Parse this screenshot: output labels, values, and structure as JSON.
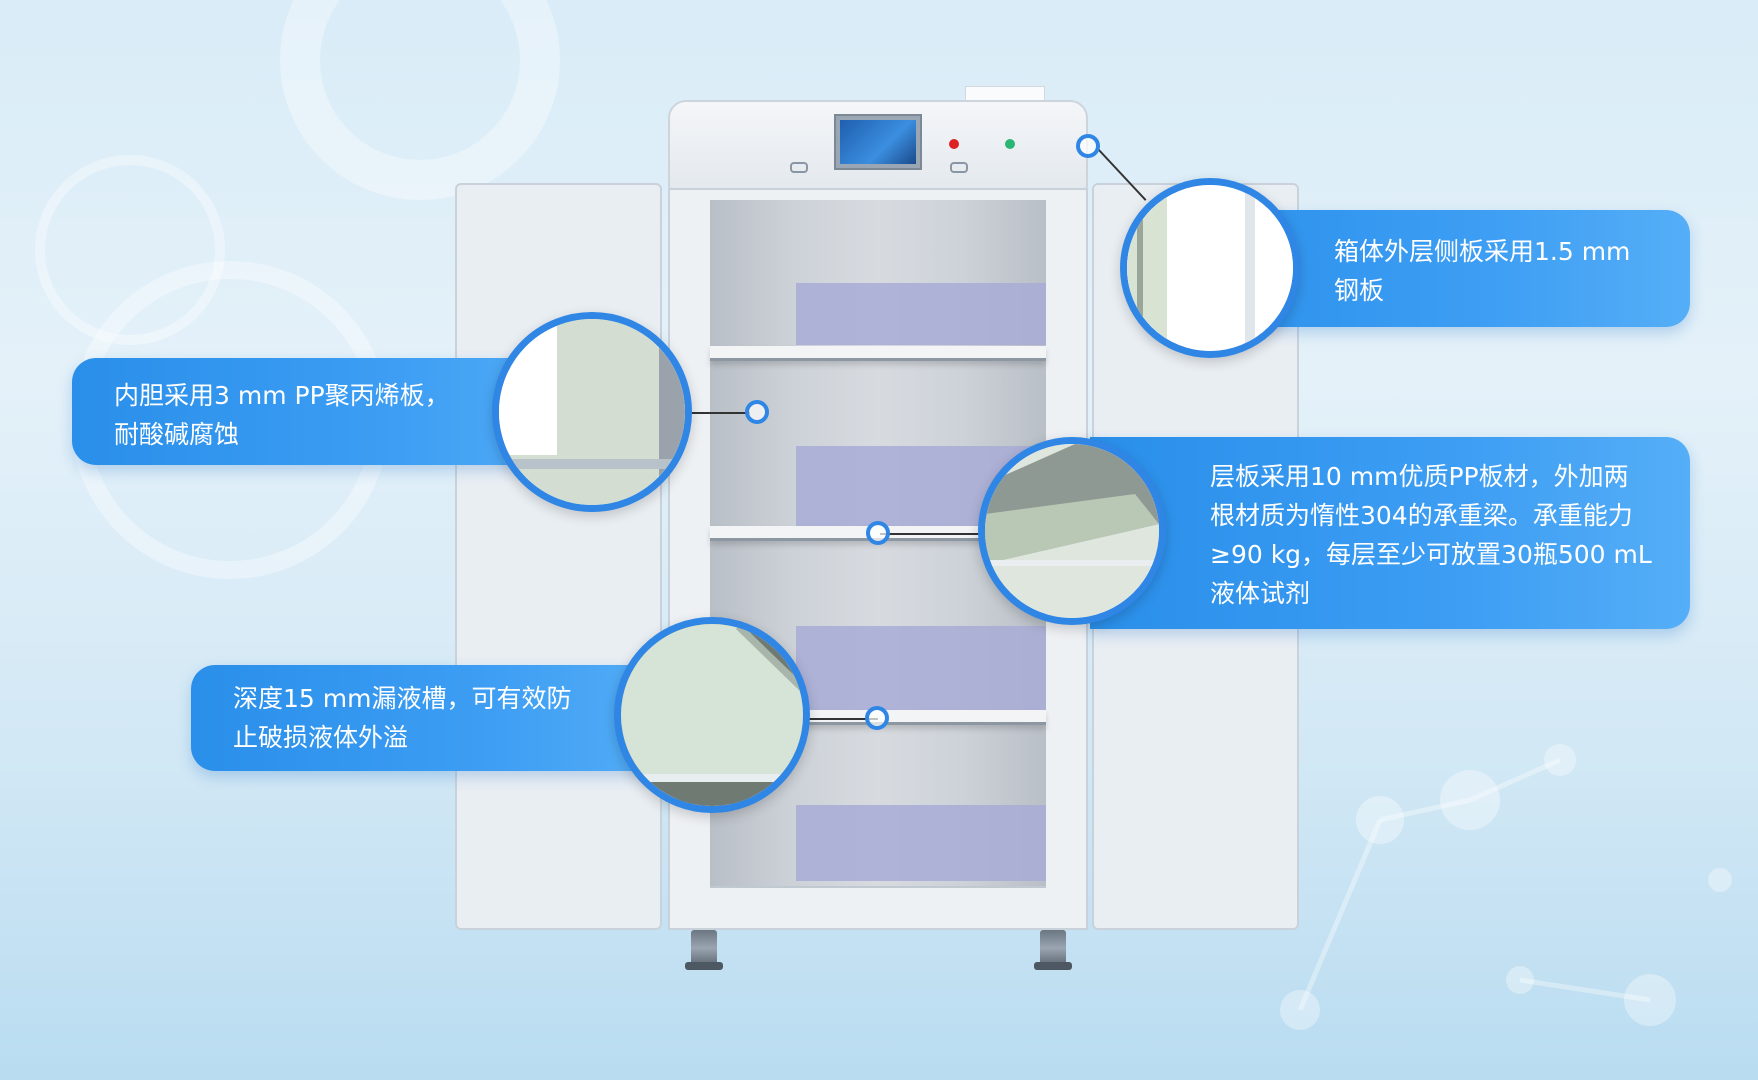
{
  "callouts": [
    {
      "id": "steel-side-panel",
      "lines": [
        "箱体外层侧板采用1.5 mm",
        "钢板"
      ]
    },
    {
      "id": "pp-inner-liner",
      "lines": [
        "内胆采用3 mm PP聚丙烯板，",
        "耐酸碱腐蚀"
      ]
    },
    {
      "id": "pp-shelf",
      "lines": [
        "层板采用10 mm优质PP板材，外加两",
        "根材质为惰性304的承重梁。承重能力",
        "≥90 kg，每层至少可放置30瓶500 mL",
        "液体试剂"
      ]
    },
    {
      "id": "leak-tray",
      "lines": [
        "深度15 mm漏液槽，可有效防",
        "止破损液体外溢"
      ]
    }
  ],
  "colors": {
    "accent": "#2f86e4",
    "callout_bg": "#3c9df3",
    "indicator_red": "#dd2222",
    "indicator_green": "#2bb673",
    "back_panel": "#a8acd6"
  },
  "icons": [
    "control-screen",
    "indicator-light-red",
    "indicator-light-green",
    "keyhole"
  ]
}
